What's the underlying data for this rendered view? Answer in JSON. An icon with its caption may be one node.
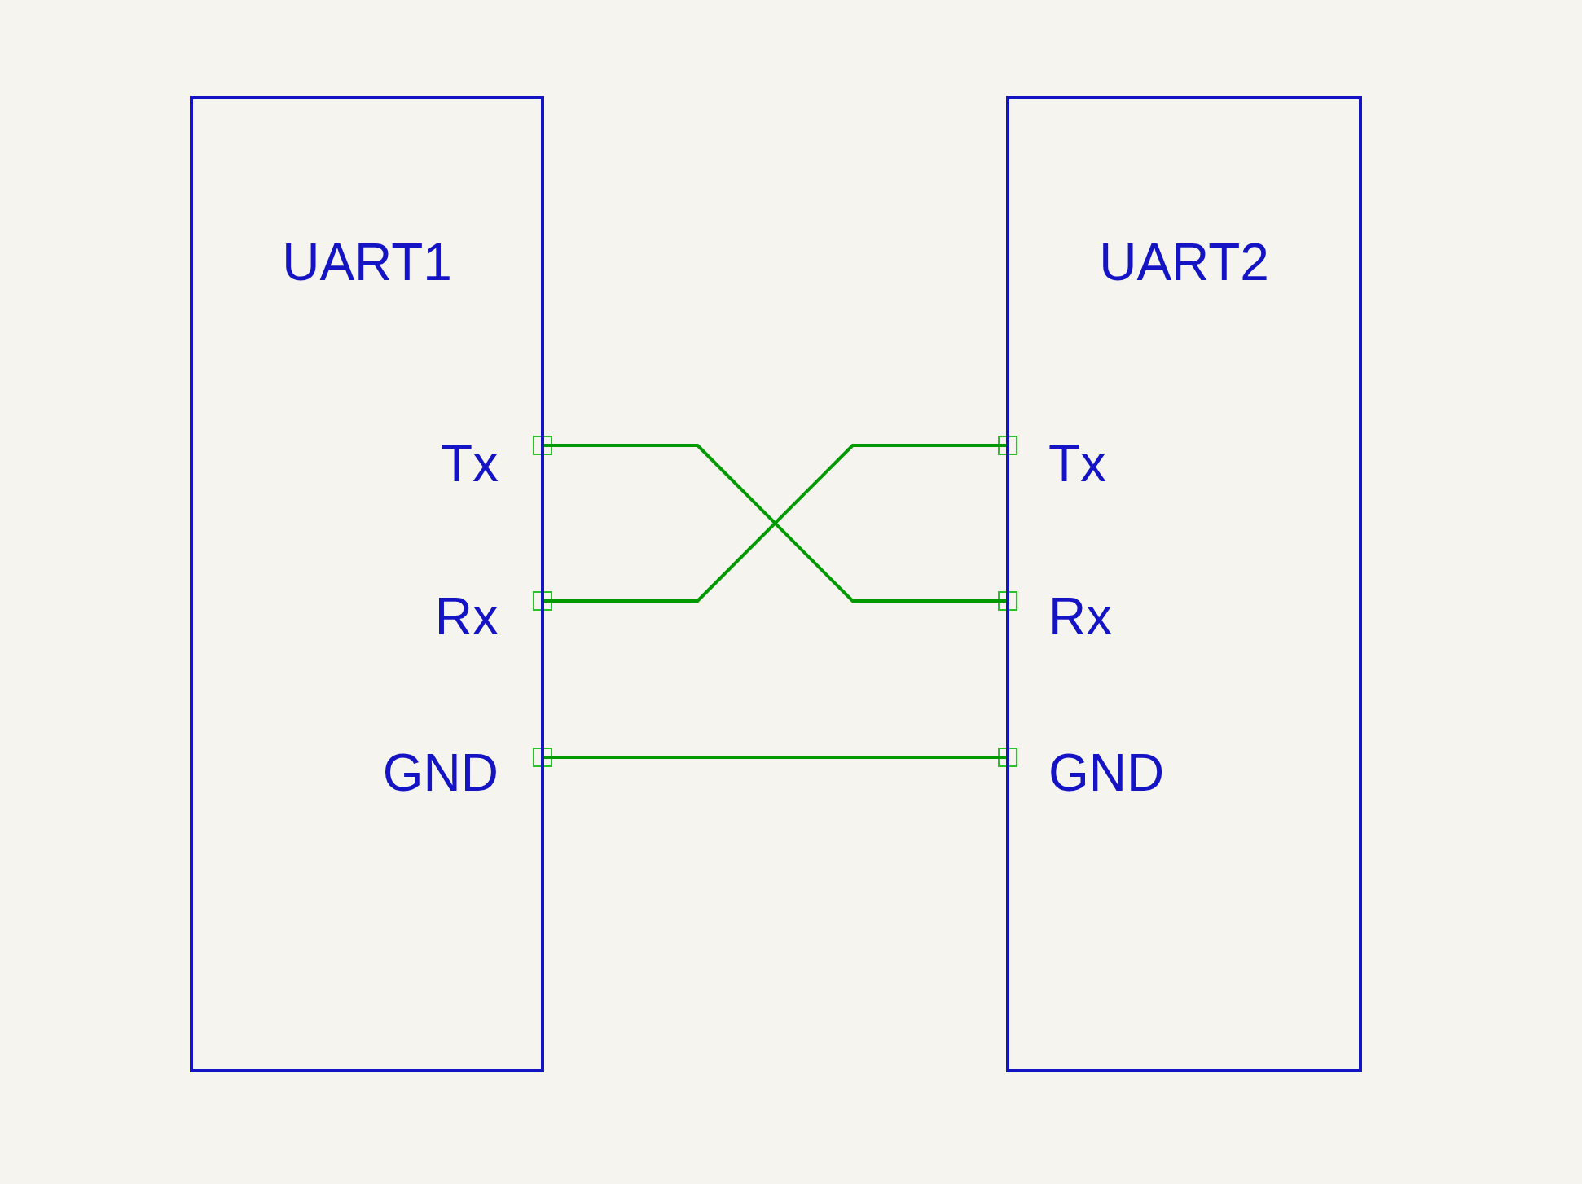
{
  "diagram": {
    "nodes": [
      {
        "text": [
          "UART1"
        ]
      },
      {
        "text": [
          "Tx"
        ],
        "in": 0
      },
      {
        "text": [
          "Rx"
        ],
        "in": 0
      },
      {
        "text": [
          "GND"
        ],
        "in": 0
      },
      {
        "text": [
          "UART2"
        ]
      },
      {
        "text": [
          "Tx"
        ],
        "in": 4
      },
      {
        "text": [
          "Rx"
        ],
        "in": 4
      },
      {
        "text": [
          "GND"
        ],
        "in": 4
      }
    ],
    "edges": [
      {
        "from": 1,
        "to": 6,
        "arrow": "none"
      },
      {
        "from": 2,
        "to": 5,
        "arrow": "none"
      },
      {
        "from": 3,
        "to": 7,
        "arrow": "none"
      }
    ]
  }
}
